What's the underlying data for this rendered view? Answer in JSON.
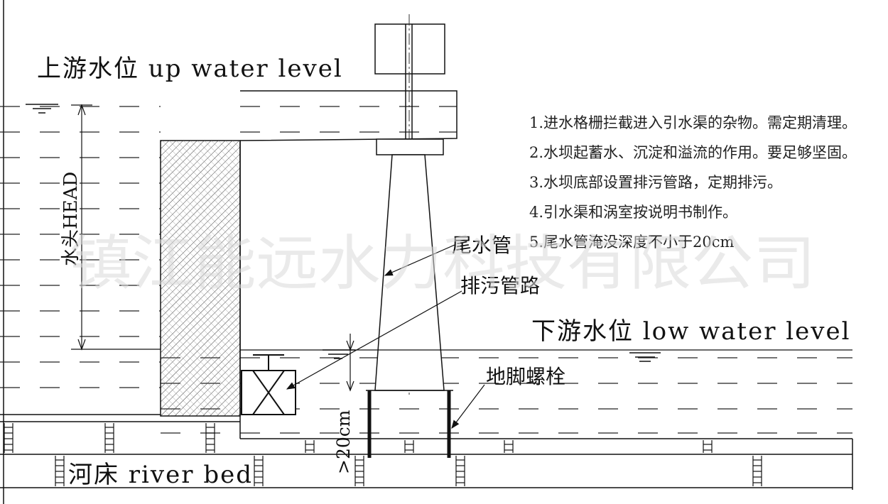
{
  "labels": {
    "upstream": "上游水位 up water level",
    "head": "水头HEAD",
    "tailpipe": "尾水管",
    "drain": "排污管路",
    "downstream": "下游水位 low water level",
    "anchor": "地脚螺栓",
    "depth": ">20cm",
    "riverbed": "河床 river bed"
  },
  "notes": [
    "1.进水格栅拦截进入引水渠的杂物。需定期清理。",
    "2.水坝起蓄水、沉淀和溢流的作用。要足够坚固。",
    "3.水坝底部设置排污管路，定期排污。",
    "4.引水渠和涡室按说明书制作。",
    "5.尾水管淹没深度不小于20cm"
  ],
  "watermark": "镇江能远水力科技有限公司"
}
